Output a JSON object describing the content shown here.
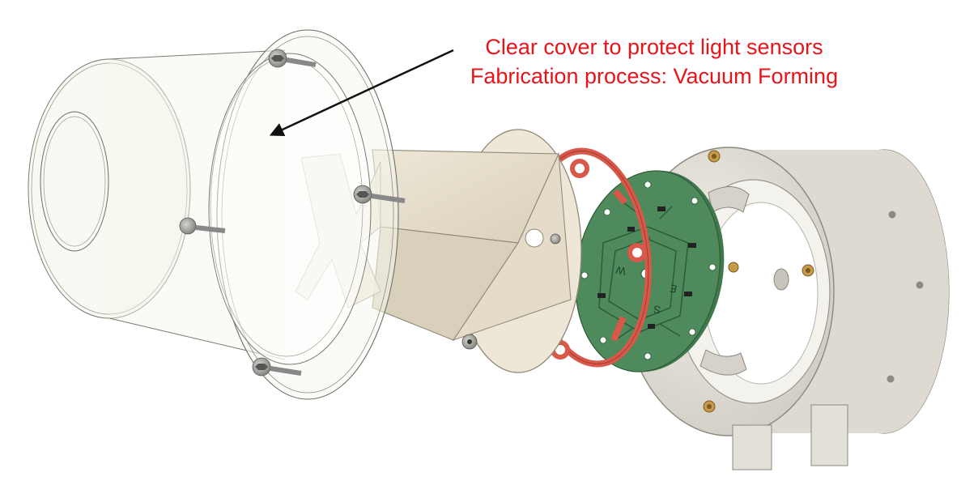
{
  "annotation": {
    "line1": "Clear cover to protect light sensors",
    "line2": "Fabrication process: Vacuum Forming"
  },
  "pcb_marks": [
    "N",
    "W",
    "E",
    "S"
  ],
  "colors": {
    "annotation_text": "#e8141a",
    "arrow": "#111111",
    "clear_cover": "#f3f3ea",
    "cover_outline": "#6f6f66",
    "shroud": "#e6dfcd",
    "gasket": "#d8584a",
    "pcb": "#4f8a5c",
    "housing": "#e6e3dc",
    "brass_insert": "#c79a4a"
  }
}
